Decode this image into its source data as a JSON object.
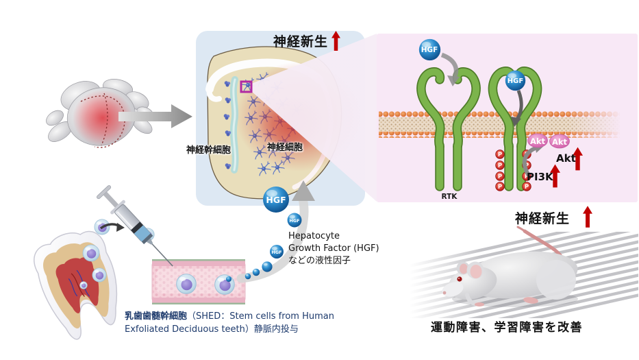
{
  "figure": {
    "brain_panel": {
      "title": "神経新生",
      "stem_label": "神経幹細胞",
      "neuron_label": "神経細胞"
    },
    "pathway_panel": {
      "rtk_label": "RTK",
      "akt_oval_label": "Akt",
      "akt_label": "Akt",
      "pi3k_label": "PI3K",
      "phospho_label": "P",
      "result_title": "神経新生"
    },
    "hgf_label": "HGF",
    "hgf_caption": {
      "line1": "Hepatocyte",
      "line2": "Growth Factor (HGF)",
      "line3": "などの液性因子"
    },
    "injection_caption": {
      "bold": "乳歯歯髄幹細胞",
      "line1_rest": "（SHED：Stem cells from Human",
      "line2": "Exfoliated Deciduous teeth）静脈内投与"
    },
    "outcome_caption": "運動障害、学習障害を改善"
  },
  "colors": {
    "accent_red": "#c00000",
    "panel_blue": "#dde8f3",
    "panel_pink": "#f8e8f6",
    "hgf_blue": "#1767ab",
    "receptor_green": "#7cb44c",
    "membrane_orange": "#e8834a",
    "akt_pink": "#d86ab0",
    "phospho_red": "#d42020",
    "caption_navy": "#1d3a6c",
    "injury_red": "#d23c32"
  }
}
